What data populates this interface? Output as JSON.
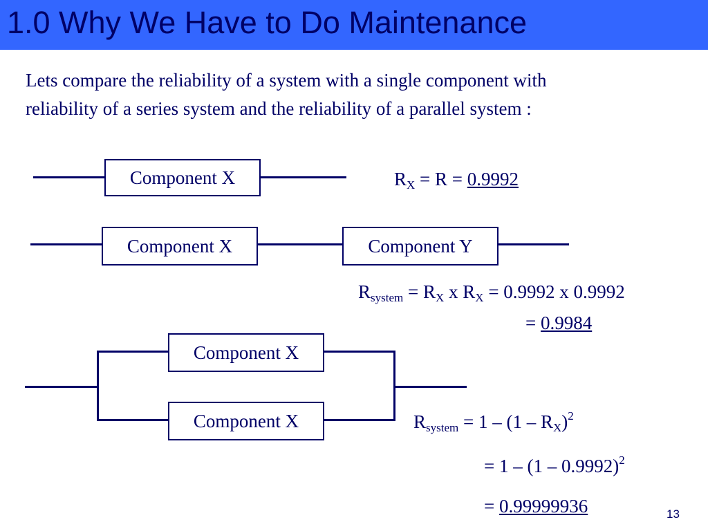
{
  "slide": {
    "title": "1.0 Why We Have to Do Maintenance",
    "intro_line1": "Lets compare the reliability of a system with a single component with",
    "intro_line2": "reliability of  a series system and the reliability of a parallel system :",
    "page_number": "13"
  },
  "single": {
    "component_label": "Component X",
    "eq_r": "R",
    "eq_sub": "X",
    "eq_mid": " = R = ",
    "eq_value": "0.9992"
  },
  "series": {
    "component_x_label": "Component X",
    "component_y_label": "Component Y",
    "eq_r": "R",
    "eq_sub_system": "system",
    "eq_part1": " = R",
    "eq_sub_x1": "X",
    "eq_part2": " x R",
    "eq_sub_x2": "X",
    "eq_part3": " = 0.9992 x 0.9992",
    "eq2_prefix": "= ",
    "eq2_value": "0.9984"
  },
  "parallel": {
    "component_top_label": "Component X",
    "component_bottom_label": "Component X",
    "eq1_r": "R",
    "eq1_sub_system": "system",
    "eq1_part1": " = 1 – (1 – R",
    "eq1_sub_x": "X",
    "eq1_part2": ")",
    "eq1_sup": "2",
    "eq2_text": "= 1 – (1 – 0.9992)",
    "eq2_sup": "2",
    "eq3_prefix": "= ",
    "eq3_value": "0.99999936"
  },
  "colors": {
    "title_bar": "#3366ff",
    "text": "#000066"
  }
}
